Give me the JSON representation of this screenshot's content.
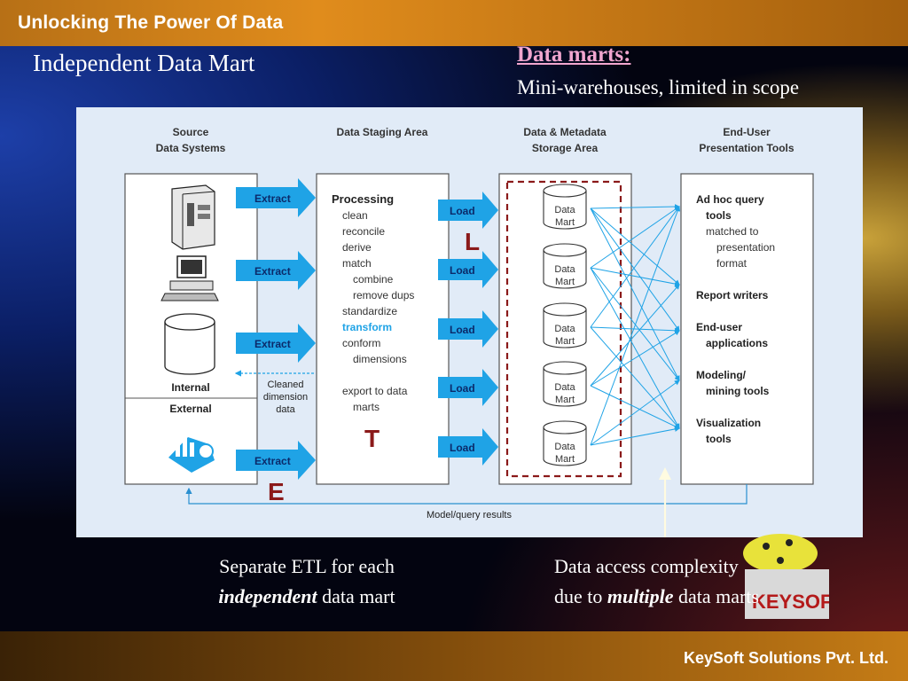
{
  "header": {
    "title": "Unlocking The Power Of Data"
  },
  "slide": {
    "title": "Independent Data Mart",
    "data_marts_heading": "Data marts:",
    "data_marts_sub": "Mini-warehouses, limited in scope"
  },
  "diagram": {
    "col_source": [
      "Source",
      "Data Systems"
    ],
    "col_staging": "Data Staging Area",
    "col_storage": [
      "Data & Metadata",
      "Storage Area"
    ],
    "col_tools": [
      "End-User",
      "Presentation Tools"
    ],
    "extract_label": "Extract",
    "load_label": "Load",
    "internal": "Internal",
    "external": "External",
    "cleaned": [
      "Cleaned",
      "dimension",
      "data"
    ],
    "processing": {
      "title": "Processing",
      "items": [
        "clean",
        "reconcile",
        "derive",
        "match",
        "combine",
        "remove dups",
        "standardize",
        "transform",
        "conform",
        "dimensions",
        "",
        "export to data",
        "marts"
      ]
    },
    "mart_label": [
      "Data",
      "Mart"
    ],
    "tools": [
      "Ad hoc query",
      "tools",
      "matched to",
      "presentation",
      "format",
      "Report writers",
      "End-user",
      "applications",
      "Modeling/",
      "mining tools",
      "Visualization",
      "tools"
    ],
    "model_results": "Model/query results",
    "letters": {
      "e": "E",
      "t": "T",
      "l": "L"
    }
  },
  "captions": {
    "left_line1": "Separate ETL for each",
    "left_em": "independent",
    "left_rest": "data mart",
    "right_line1": "Data access complexity",
    "right_pre": "due to",
    "right_em": "multiple",
    "right_rest": "data marts"
  },
  "footer": {
    "company": "KeySoft Solutions Pvt. Ltd.",
    "logo_text": "KEYSOFT"
  },
  "colors": {
    "arrow_blue": "#1fa3e6",
    "etl_red": "#8b1a1a",
    "mart_border": "#8b1a1a",
    "heading_pink": "#f2a6cf"
  }
}
